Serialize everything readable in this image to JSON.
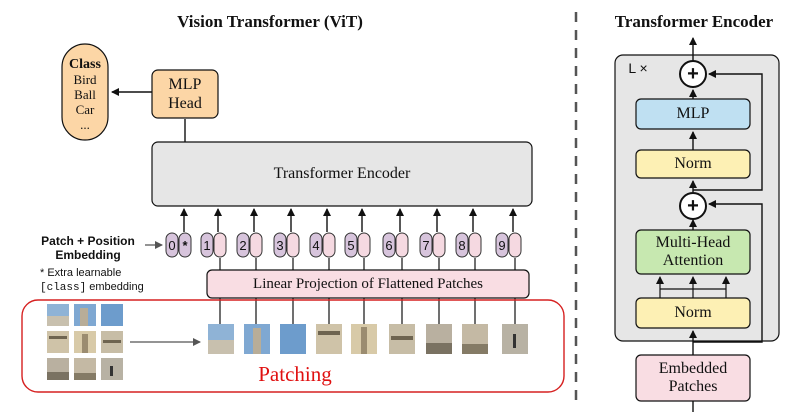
{
  "vit": {
    "title": "Vision Transformer (ViT)",
    "class_box": {
      "title": "Class",
      "items": [
        "Bird",
        "Ball",
        "Car",
        "..."
      ]
    },
    "mlp_head": {
      "line1": "MLP",
      "line2": "Head"
    },
    "transformer_encoder_label": "Transformer Encoder",
    "patch_embedding_label": {
      "line1": "Patch + Position",
      "line2": "Embedding"
    },
    "extra_note": {
      "line1": "* Extra learnable",
      "line2_code": "[class]",
      "line2_rest": " embedding"
    },
    "token_numbers": [
      "0",
      "1",
      "2",
      "3",
      "4",
      "5",
      "6",
      "7",
      "8",
      "9"
    ],
    "class_token_marker": "*",
    "linear_projection_label": "Linear Projection of Flattened Patches",
    "patching_label": "Patching"
  },
  "encoder_detail": {
    "title": "Transformer Encoder",
    "repeat_label": "L ×",
    "mlp_label": "MLP",
    "norm_label": "Norm",
    "attention_label": {
      "line1": "Multi-Head",
      "line2": "Attention"
    },
    "plus_symbol": "+",
    "embedded_patches": {
      "line1": "Embedded",
      "line2": "Patches"
    }
  },
  "colors": {
    "class_fill": "#fcd6a6",
    "mlp_head_fill": "#fcd6a6",
    "encoder_fill": "#e6e6e6",
    "token_fill_pink": "#f5d9e1",
    "token_fill_purple": "#d7c4dc",
    "projection_fill": "#f9dde3",
    "mlp_fill": "#bfe0f2",
    "norm_fill": "#fdf0b4",
    "attention_fill": "#c7e8b0",
    "embedded_fill": "#f9dde3",
    "patching_border": "#d62020",
    "patching_text": "#e01010"
  }
}
